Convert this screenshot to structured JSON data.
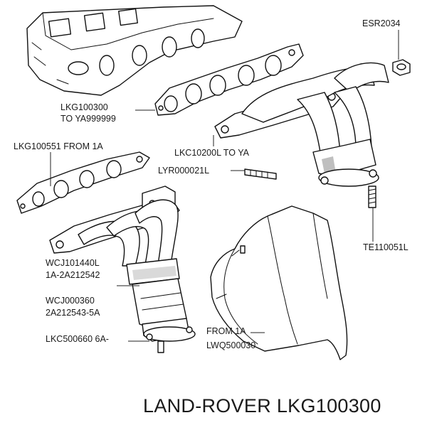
{
  "labels": {
    "esr2034": "ESR2034",
    "lkg100300_a": "LKG100300",
    "lkg100300_b": "TO YA999999",
    "lkg100551": "LKG100551 FROM 1A",
    "lkc10200l": "LKC10200L TO YA",
    "lyr000021l": "LYR000021L",
    "te110051l": "TE110051L",
    "wcj101440l_a": "WCJ101440L",
    "wcj101440l_b": "1A-2A212542",
    "wcj000360_a": "WCJ000360",
    "wcj000360_b": "2A212543-5A",
    "lkc500660": "LKC500660 6A-",
    "lwq_a": "FROM 1A",
    "lwq_b": "LWQ500030"
  },
  "footer": {
    "brand_part": "LAND-ROVER LKG100300"
  }
}
